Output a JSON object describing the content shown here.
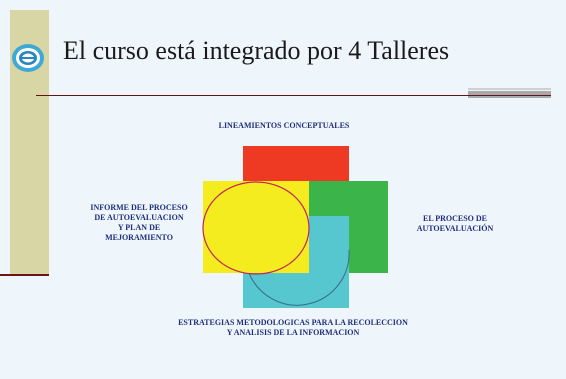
{
  "title": "El curso está integrado por 4 Talleres",
  "labels": {
    "top": "LINEAMIENTOS CONCEPTUALES",
    "left": "INFORME  DEL PROCESO\nDE AUTOEVALUACION\nY PLAN DE\nMEJORAMIENTO",
    "right": "EL PROCESO DE\nAUTOEVALUACIÓN",
    "bottom": "ESTRATEGIAS METODOLOGICAS PARA LA RECOLECCION\nY ANALISIS DE LA INFORMACION"
  },
  "colors": {
    "red": "#ef3a23",
    "green": "#3bb44a",
    "cyan": "#56c6cf",
    "yellow": "#f4ec1f",
    "label": "#1f2f7a",
    "background": "#eef5fb"
  },
  "icons": {
    "logo": "logo-icon"
  }
}
